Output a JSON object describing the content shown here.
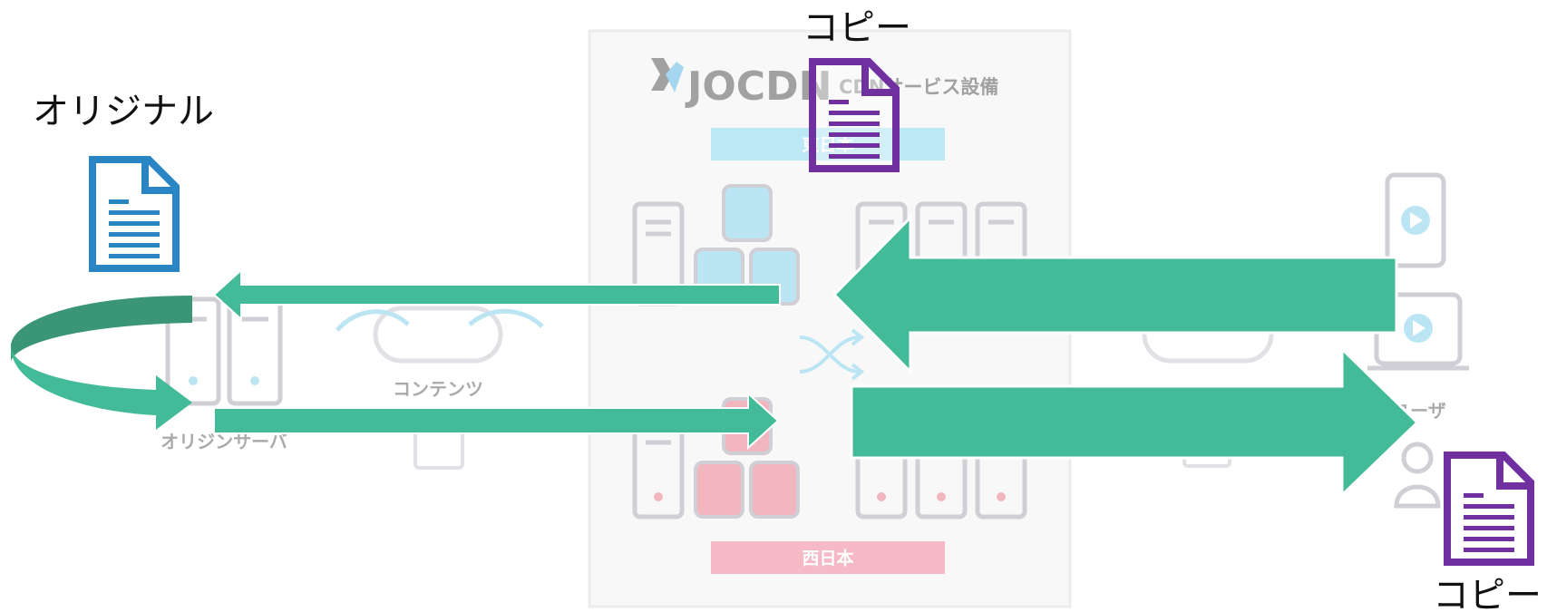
{
  "labels": {
    "original": "オリジナル",
    "copy_top": "コピー",
    "copy_bottom": "コピー"
  },
  "background": {
    "logo_brand": "JOCDN",
    "cdn_panel_title": "CDNサービス設備",
    "region_east": "東日本",
    "region_west": "西日本",
    "origin_server_label": "オリジンサーバ",
    "content_label": "コンテンツ",
    "user_label": "ユーザ"
  },
  "colors": {
    "original_doc": "#2a85c5",
    "copy_doc": "#7030a0",
    "arrow": "#44bb98",
    "arrow_dark": "#3a9676",
    "east_bar": "#86d6ef",
    "west_bar": "#ee8299",
    "panel_bg": "#f4f4f4",
    "icon_gray": "#a8a8b4",
    "db_blue": "#86d0ea",
    "db_red": "#e87c8c"
  },
  "icons": [
    "document-icon",
    "server-icon",
    "database-icon",
    "shuffle-icon",
    "video-device-icon",
    "user-icon",
    "cloud-icon"
  ]
}
